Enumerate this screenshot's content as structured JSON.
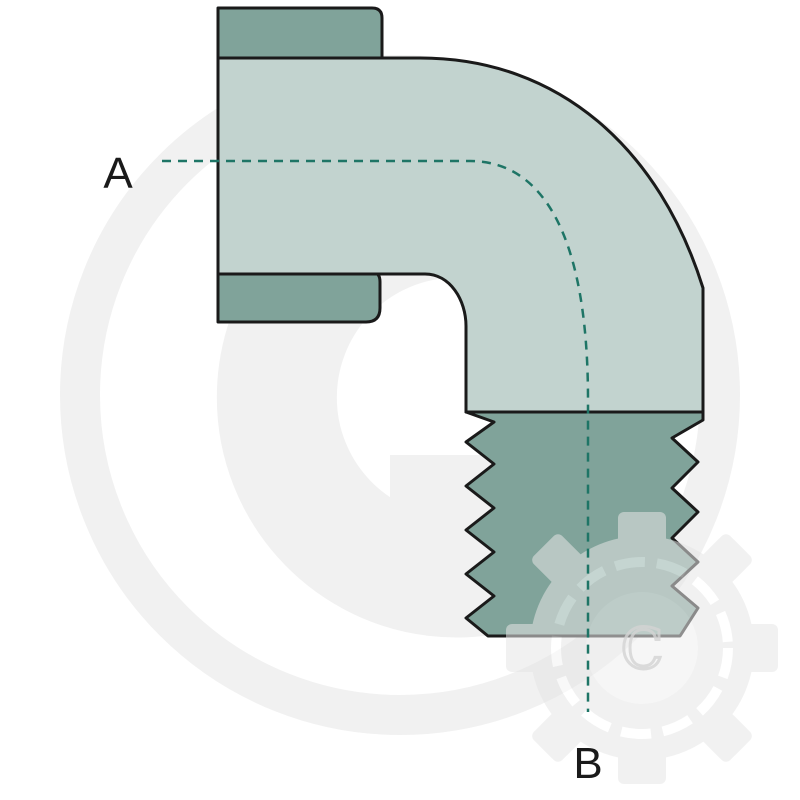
{
  "diagram": {
    "label_a": "A",
    "label_b": "B",
    "watermark_letter": "C",
    "colors": {
      "background": "#ffffff",
      "body_light": "#c2d3cf",
      "body_dark": "#80a39a",
      "outline": "#1a1a1a",
      "flow_line": "#1e7566",
      "watermark": "#f1f1f1",
      "gear": "#e6e6e6"
    }
  }
}
